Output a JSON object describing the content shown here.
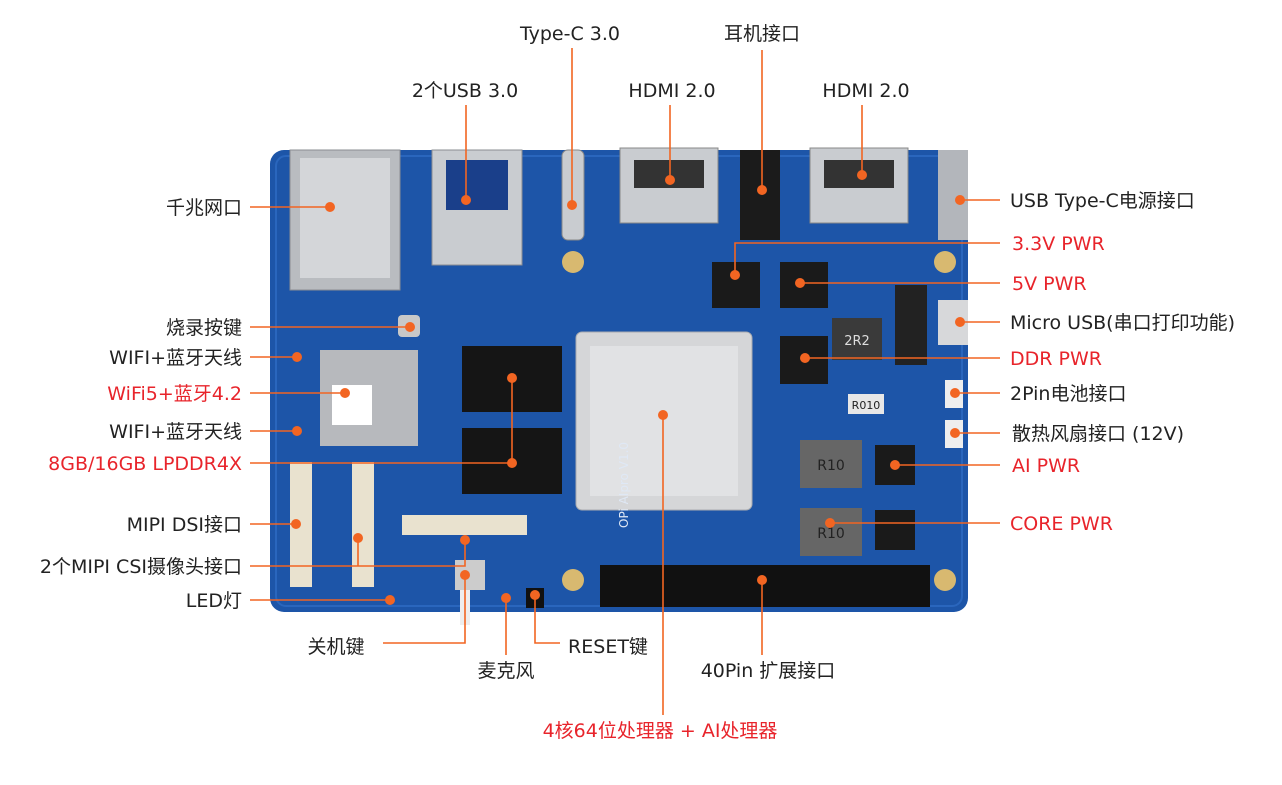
{
  "colors": {
    "board": "#1d55a8",
    "leader": "#f26522",
    "highlight_text": "#e8242b",
    "text": "#222222"
  },
  "labels": {
    "top": {
      "type_c_30": "Type-C 3.0",
      "headphone": "耳机接口",
      "usb30": "2个USB 3.0",
      "hdmi_1": "HDMI 2.0",
      "hdmi_2": "HDMI 2.0"
    },
    "left": {
      "ethernet": "千兆网口",
      "burn_key": "烧录按键",
      "antenna_1": "WIFI+蓝牙天线",
      "wifi_bt": "WiFi5+蓝牙4.2",
      "antenna_2": "WIFI+蓝牙天线",
      "lpddr": "8GB/16GB LPDDR4X",
      "mipi_dsi": "MIPI DSI接口",
      "mipi_csi": "2个MIPI CSI摄像头接口",
      "led": "LED灯"
    },
    "right": {
      "usb_c_power": "USB Type-C电源接口",
      "pwr_33": "3.3V PWR",
      "pwr_5": "5V PWR",
      "micro_usb": "Micro USB(串口打印功能)",
      "ddr_pwr": "DDR PWR",
      "battery": "2Pin电池接口",
      "fan": "散热风扇接口 (12V)",
      "ai_pwr": "AI PWR",
      "core_pwr": "CORE PWR"
    },
    "bottom": {
      "power_key": "关机键",
      "mic": "麦克风",
      "reset": "RESET键",
      "gpio40": "40Pin 扩展接口",
      "cpu": "4核64位处理器 + AI处理器"
    }
  },
  "board_silkscreen": {
    "name": "OPi AIpro V1.0",
    "inductor_1": "2R2",
    "resistor": "R010",
    "inductor_2": "R10",
    "inductor_3": "R10"
  }
}
